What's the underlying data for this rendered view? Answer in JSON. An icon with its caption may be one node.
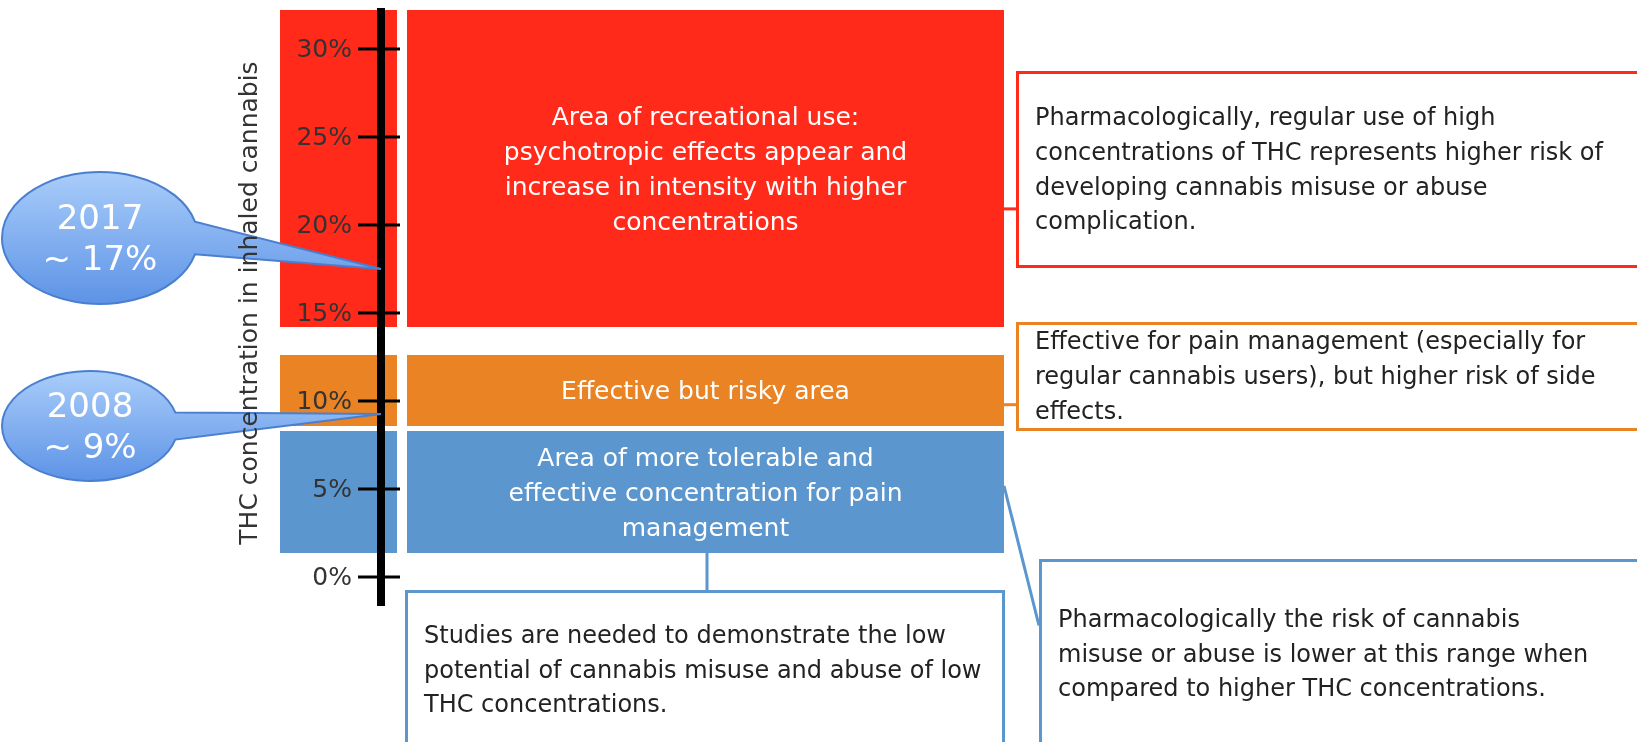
{
  "diagram": {
    "nodes": [
      {
        "text": [
          "Area of recreational use: psychotropic effects appear and increase in intensity with higher concentrations"
        ]
      },
      {
        "text": [
          "Effective but risky area"
        ]
      },
      {
        "text": [
          "Area of more tolerable and effective concentration for pain management"
        ]
      },
      {
        "text": [
          "Pharmacologically, regular use of high concentrations of THC represents higher risk of developing cannabis misuse or abuse complication."
        ]
      },
      {
        "text": [
          "Effective for pain management (especially for regular cannabis users), but higher risk of side effects."
        ]
      },
      {
        "text": [
          "Studies are needed to demonstrate the low potential of cannabis misuse and abuse of low THC concentrations."
        ]
      },
      {
        "text": [
          "Pharmacologically the risk of cannabis misuse or abuse is lower at this range when compared to higher THC concentrations."
        ]
      },
      {
        "text": [
          "2017",
          "~ 17%"
        ]
      },
      {
        "text": [
          "2008",
          "~ 9%"
        ]
      }
    ],
    "edges": [
      {
        "from": 0,
        "to": 3,
        "arrow": "none",
        "color": "#ff2a1a"
      },
      {
        "from": 1,
        "to": 4,
        "arrow": "none",
        "color": "#e98324"
      },
      {
        "from": 2,
        "to": 5,
        "arrow": "none"
      },
      {
        "from": 2,
        "to": 6,
        "arrow": "none"
      }
    ],
    "labels": [
      "THC concentration in inhaled cannabis",
      "30%",
      "25%",
      "20%",
      "15%",
      "10%",
      "5%",
      "0%"
    ]
  }
}
